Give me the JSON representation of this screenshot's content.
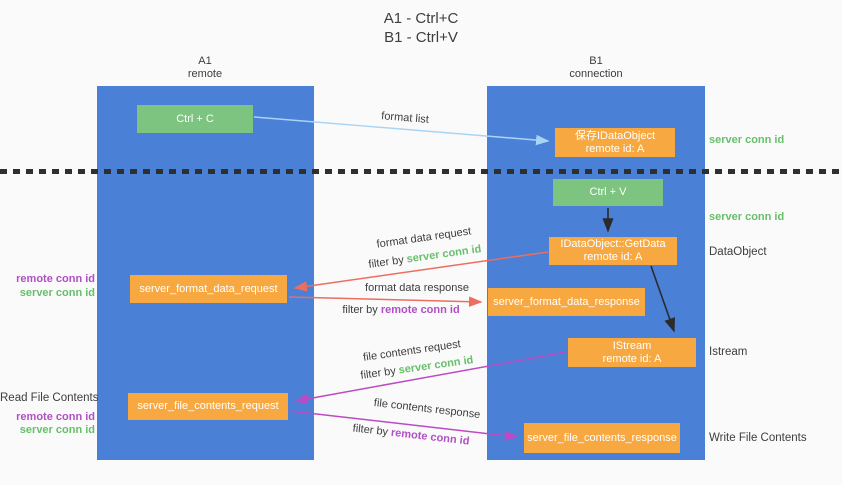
{
  "title": {
    "line1": "A1 - Ctrl+C",
    "line2": "B1 - Ctrl+V"
  },
  "columns": {
    "a1": {
      "name": "A1",
      "subtitle": "remote"
    },
    "b1": {
      "name": "B1",
      "subtitle": "connection"
    }
  },
  "nodes": {
    "ctrl_c": {
      "label": "Ctrl + C"
    },
    "save_idataobject": {
      "line1": "保存IDataObject",
      "line2": "remote id: A"
    },
    "ctrl_v": {
      "label": "Ctrl + V"
    },
    "idataobject_getdata": {
      "line1": "IDataObject::GetData",
      "line2": "remote id: A"
    },
    "server_format_data_request": {
      "label": "server_format_data_request"
    },
    "server_format_data_response": {
      "label": "server_format_data_response"
    },
    "istream": {
      "line1": "IStream",
      "line2": "remote id: A"
    },
    "server_file_contents_request": {
      "label": "server_file_contents_request"
    },
    "server_file_contents_response": {
      "label": "server_file_contents_response"
    }
  },
  "edge_labels": {
    "format_list": "format list",
    "format_data_request": "format data request",
    "format_data_response": "format data response",
    "file_contents_request": "file contents request",
    "file_contents_response": "file contents response",
    "filter_by": "filter by "
  },
  "ids": {
    "server_conn_id": "server conn id",
    "remote_conn_id": "remote conn id"
  },
  "side_labels": {
    "dataobject": "DataObject",
    "istream": "Istream",
    "read_file_contents": "Read File Contents",
    "write_file_contents": "Write File Contents"
  },
  "colors": {
    "column-blue": "#4a80d6",
    "box-green": "#7cc47f",
    "box-orange": "#f7a840",
    "arrow-blue": "#a9d5f5",
    "arrow-red": "#ed6d5e",
    "arrow-magenta": "#bb4ac4",
    "arrow-black": "#2b2b2b",
    "id-green": "#67bf6b",
    "id-purple": "#b14fc4",
    "text-dark": "#3d3d3d",
    "background": "#fafafa"
  }
}
